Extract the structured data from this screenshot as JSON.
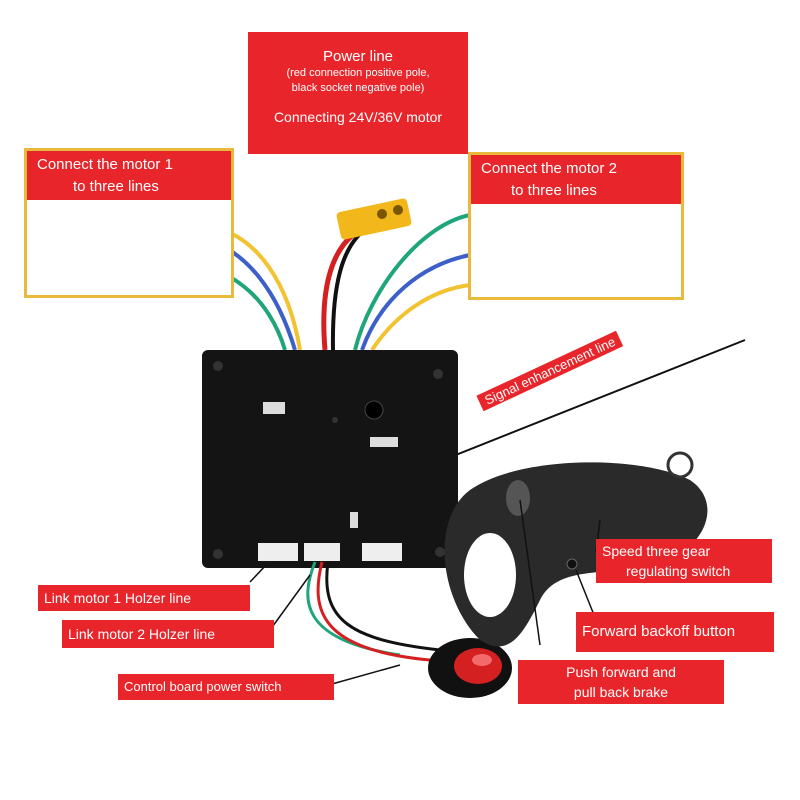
{
  "power_line": {
    "title": "Power line",
    "note_line1": "(red connection positive pole,",
    "note_line2": "black socket negative pole)",
    "motor": "Connecting 24V/36V motor"
  },
  "motor1": {
    "line1": "Connect the motor 1",
    "line2": "to three lines"
  },
  "motor2": {
    "line1": "Connect the motor 2",
    "line2": "to three lines"
  },
  "labels": {
    "signal": "Signal enhancement line",
    "speed_line1": "Speed three gear",
    "speed_line2": "regulating switch",
    "forward_backoff": "Forward backoff button",
    "push_line1": "Push forward and",
    "push_line2": "pull back brake",
    "holzer1": "Link motor 1 Holzer line",
    "holzer2": "Link motor 2 Holzer line",
    "power_switch": "Control board power switch"
  },
  "colors": {
    "label_bg": "#e8252a",
    "box_border": "#e8b93a",
    "wire_yellow": "#f2c230",
    "wire_blue": "#3d5fc8",
    "wire_green": "#1fa57a",
    "wire_red": "#d42020",
    "board": "#141414",
    "remote": "#2a2a2a"
  }
}
